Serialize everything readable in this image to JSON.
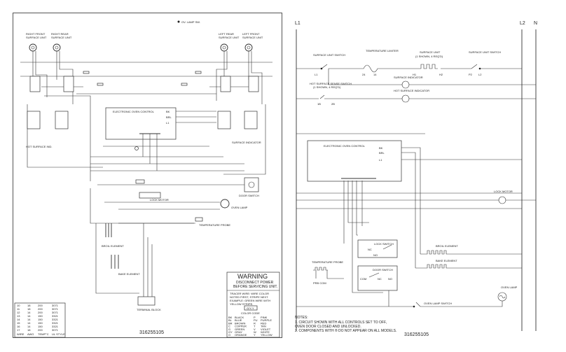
{
  "left": {
    "labels": {
      "right_front": "RIGHT FRONT",
      "right_rear": "RIGHT REAR",
      "left_rear": "LEFT REAR",
      "left_front": "LEFT FRONT",
      "surface_unit": "SURFACE UNIT",
      "ov_lamp_sw": "OV. LAMP SW.",
      "eoc": "ELECTRONIC OVEN CONTROL",
      "bk": "BK",
      "brl": "BRL",
      "l1": "L1",
      "hot_surface_ind": "HOT SURFACE IND.",
      "surface_ind": "SURFACE INDICATOR",
      "lock_motor": "LOCK MOTOR",
      "door_switch": "DOOR SWITCH",
      "oven_lamp": "OVEN LAMP",
      "temp_probe": "TEMPERATURE PROBE",
      "broil_element": "BROIL ELEMENT",
      "bake_element": "BAKE ELEMENT",
      "terminal_block": "TERMINAL BLOCK"
    },
    "warning": {
      "title": "WARNING",
      "line1": "DISCONNECT POWER",
      "line2": "BEFORE SERVICING UNIT."
    },
    "tracer": [
      "TRACER WIRE:  WIRE COLOR",
      "NOTED FIRST, STRIPE NEXT.",
      "EXAMPLE:  GREEN WIRE WITH",
      "YELLOW STRIPE."
    ],
    "tracer_example": "G/Y-Y",
    "color_code": {
      "title": "COLOR CODE",
      "rows": [
        [
          "BK",
          "BLACK",
          "P",
          "PINK"
        ],
        [
          "BL",
          "BLUE",
          "PU",
          "PURPLE"
        ],
        [
          "BR",
          "BROWN",
          "R",
          "RED"
        ],
        [
          "C",
          "COPPER",
          "T",
          "TAN"
        ],
        [
          "G",
          "GREEN",
          "V",
          "VIOLET"
        ],
        [
          "GY",
          "GRAY",
          "W",
          "WHITE"
        ],
        [
          "O",
          "ORANGE",
          "Y",
          "YELLOW"
        ]
      ]
    },
    "wire_table": {
      "header": [
        "WIRE",
        "AWG",
        "TEMP°C",
        "UL STYLE"
      ],
      "rows": [
        [
          "10",
          "18",
          "200",
          "3071"
        ],
        [
          "11",
          "18",
          "200",
          "3071"
        ],
        [
          "12",
          "14",
          "200",
          "3071"
        ],
        [
          "13",
          "14",
          "150",
          "3321"
        ],
        [
          "14",
          "14",
          "150",
          "3321"
        ],
        [
          "15",
          "14",
          "150",
          "3321"
        ],
        [
          "16",
          "14",
          "150",
          "3321"
        ],
        [
          "17",
          "18",
          "200",
          "3071"
        ]
      ]
    },
    "part_number": "316255105"
  },
  "right": {
    "bus": {
      "l1": "L1",
      "l2": "L2",
      "n": "N"
    },
    "labels": {
      "surface_unit_switch": "SURFACE UNIT SWITCH",
      "temperature_limiter": "TEMPERATURE LIMITER",
      "surface_unit_shown": "SURFACE UNIT",
      "shown_note": "(1 SHOWN, 4 REQ'D)",
      "surface_indicator": "SURFACE INDICATOR",
      "hot_surface_sense_switch": "HOT SURFACE SENSE SWITCH",
      "hot_surface_indicator": "HOT SURFACE INDICATOR",
      "eoc": "ELECTRONIC OVEN CONTROL",
      "bk": "BK",
      "brl": "BRL",
      "l1": "L1",
      "lock_motor": "LOCK MOTOR",
      "lock_switch": "LOCK SWITCH",
      "temperature_probe": "TEMPERATURE PROBE",
      "door_switch": "DOOR SWITCH",
      "com": "COM",
      "nc": "NC",
      "no": "NO",
      "prb_com": "PRB COM",
      "broil_element": "BROIL ELEMENT",
      "bake_element": "BAKE ELEMENT",
      "oven_lamp": "OVEN LAMP",
      "oven_lamp_switch": "OVEN LAMP SWITCH",
      "t24": "24",
      "t14": "14",
      "h1": "H1",
      "h2": "H2",
      "p2": "P2",
      "l2": "L2",
      "t1b": "1B",
      "t2b": "2B"
    },
    "notes_title": "NOTES:",
    "notes": [
      "1.  CIRCUIT SHOWN WITH ALL CONTROLS SET TO OFF,",
      "     OVEN DOOR CLOSED AND UNLOCKED.",
      "2.  COMPONENTS WITH  ® DO NOT APPEAR ON ALL MODELS."
    ],
    "part_number": "316255105"
  }
}
